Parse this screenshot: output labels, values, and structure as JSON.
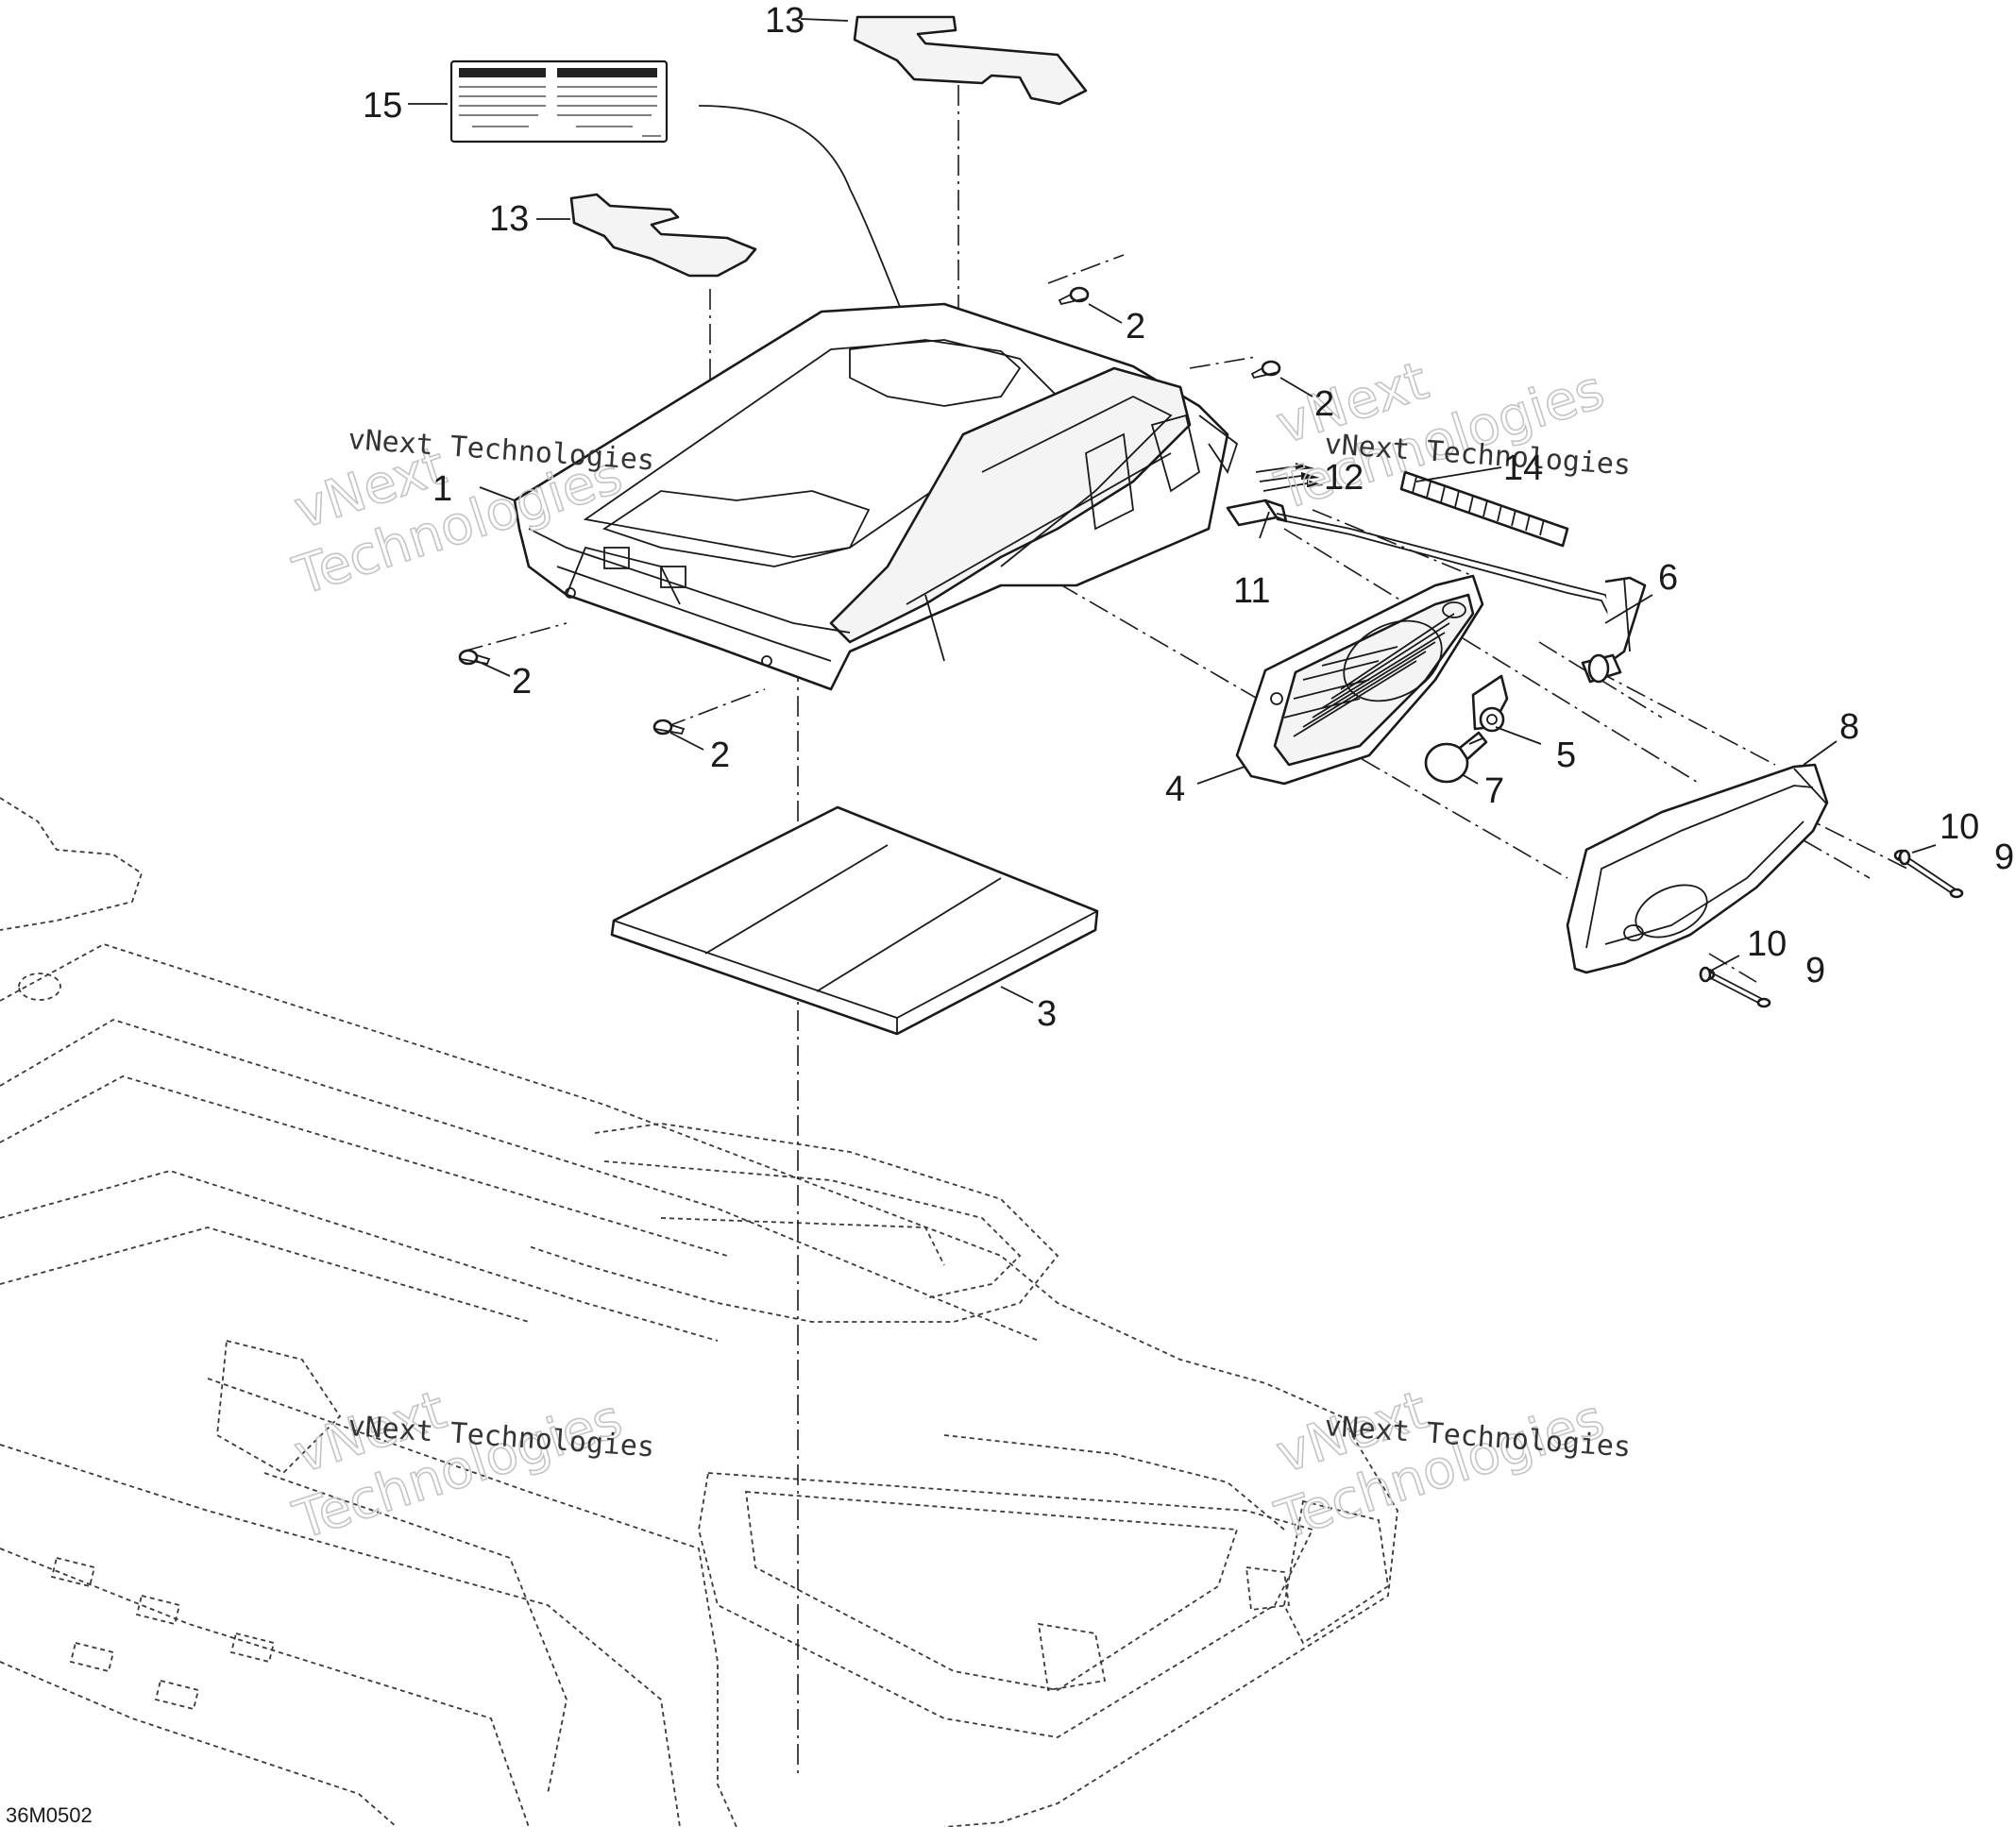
{
  "diagram": {
    "reference_code": "36M0502",
    "watermark_line1": "vNext Technologies",
    "watermark_line2": "vNext Technologies",
    "callouts": {
      "c1": "1",
      "c2a": "2",
      "c2b": "2",
      "c2c": "2",
      "c2d": "2",
      "c3": "3",
      "c4": "4",
      "c5": "5",
      "c6": "6",
      "c7": "7",
      "c8": "8",
      "c9a": "9",
      "c9b": "9",
      "c10a": "10",
      "c10b": "10",
      "c11": "11",
      "c12": "12",
      "c13a": "13",
      "c13b": "13",
      "c14": "14",
      "c15": "15"
    }
  }
}
